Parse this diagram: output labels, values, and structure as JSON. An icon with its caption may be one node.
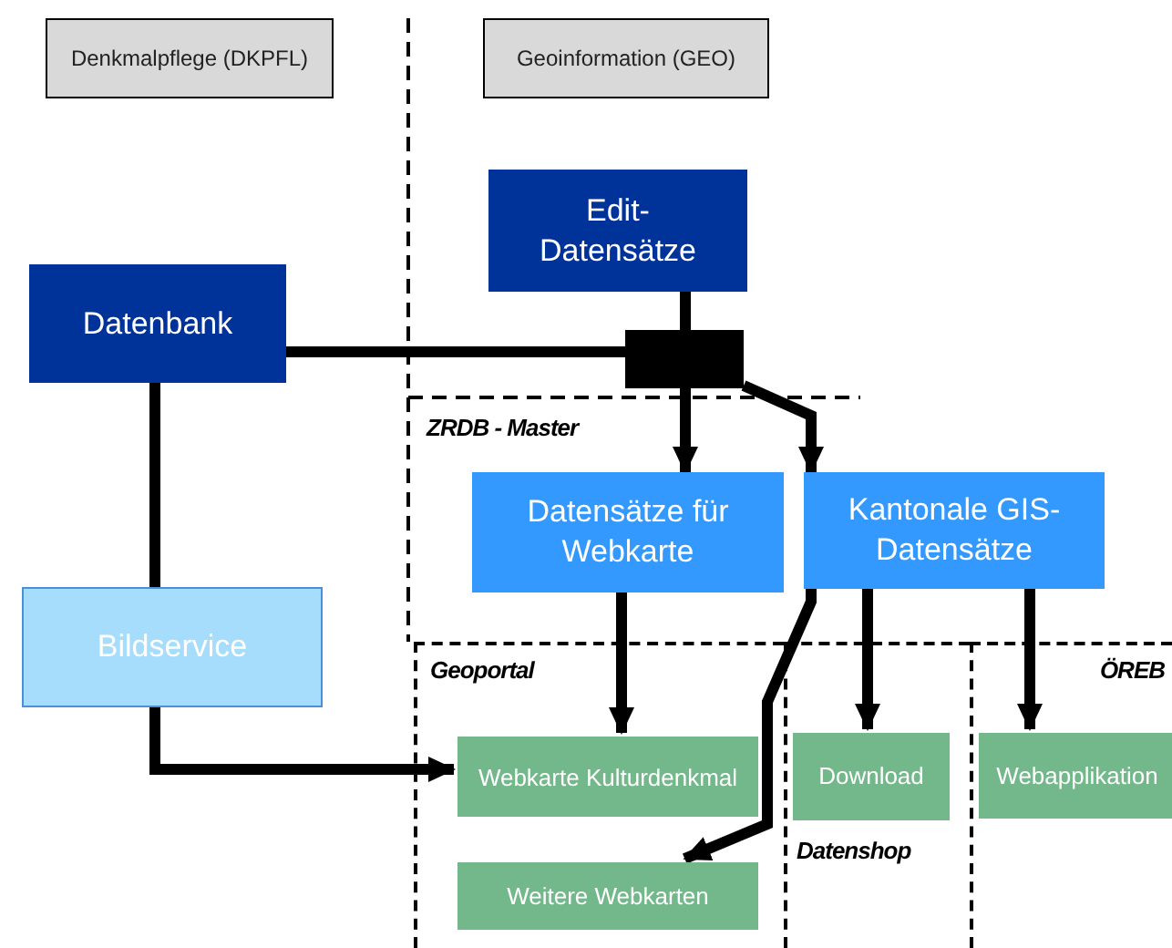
{
  "diagram": {
    "nodes": [
      {
        "text": [
          "Denkmalpflege (DKPFL)"
        ]
      },
      {
        "text": [
          "Geoinformation (GEO)"
        ]
      },
      {
        "text": [
          "Edit-Datensätze"
        ]
      },
      {
        "text": [
          "Datenbank"
        ]
      },
      {
        "text": [],
        "shape": "box"
      },
      {
        "text": [
          "Datensätze für Webkarte"
        ]
      },
      {
        "text": [
          "Kantonale GIS-Datensätze"
        ]
      },
      {
        "text": [
          "Bildservice"
        ]
      },
      {
        "text": [
          "Geoportal"
        ]
      },
      {
        "text": [
          "Webkarte Kulturdenkmal"
        ],
        "in": 8
      },
      {
        "text": [
          "Weitere Webkarten"
        ],
        "in": 8
      },
      {
        "text": [
          "Datenshop"
        ]
      },
      {
        "text": [
          "Download"
        ],
        "in": 11
      },
      {
        "text": [
          "ÖREB"
        ]
      },
      {
        "text": [
          "Webapplikation"
        ],
        "in": 13
      }
    ],
    "edges": [
      {
        "from": 3,
        "to": 4,
        "arrow": "none"
      },
      {
        "from": 2,
        "to": 4,
        "arrow": "none"
      },
      {
        "from": 4,
        "to": 5,
        "arrow": "to"
      },
      {
        "from": 4,
        "to": 6,
        "arrow": "to"
      },
      {
        "from": 3,
        "to": 7,
        "arrow": "none"
      },
      {
        "from": 7,
        "to": 9,
        "arrow": "to"
      },
      {
        "from": 5,
        "to": 9,
        "arrow": "to"
      },
      {
        "from": 6,
        "to": 10,
        "arrow": "to"
      },
      {
        "from": 6,
        "to": 12,
        "arrow": "to"
      },
      {
        "from": 6,
        "to": 14,
        "arrow": "to"
      }
    ],
    "labels": [
      "ZRDB - Master"
    ]
  }
}
